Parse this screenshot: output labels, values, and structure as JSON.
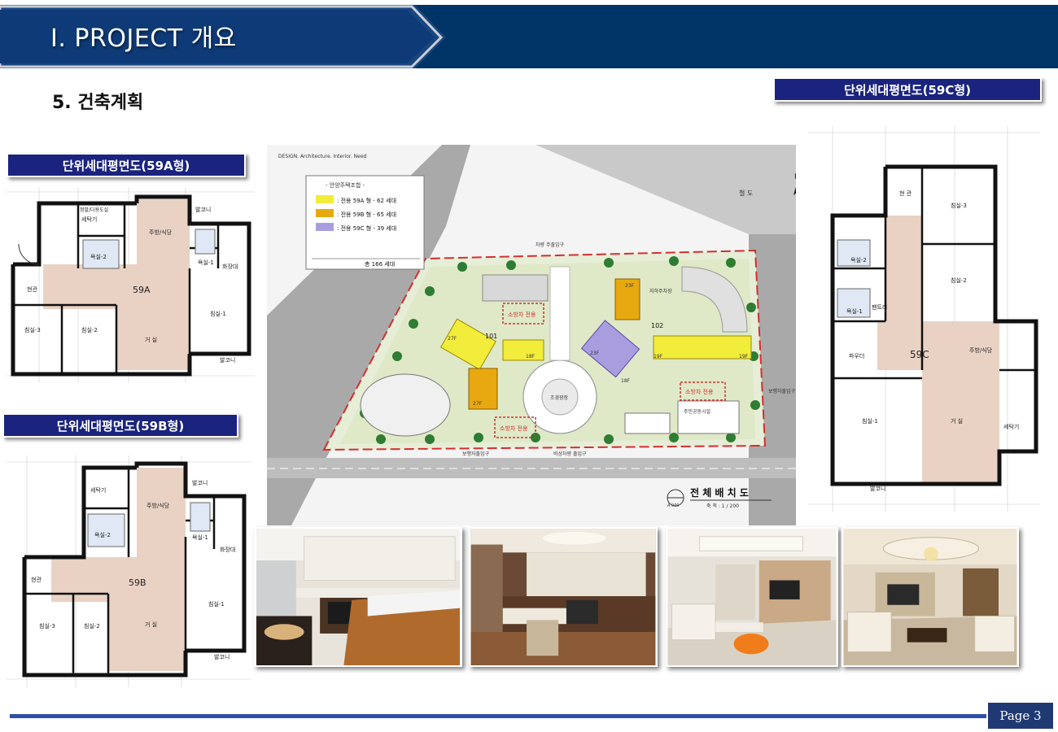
{
  "header": {
    "title": "I. PROJECT 개요"
  },
  "section": {
    "title": "5. 건축계획"
  },
  "labels": {
    "plan_59a": "단위세대평면도(59A형)",
    "plan_59b": "단위세대평면도(59B형)",
    "plan_59c": "단위세대평면도(59C형)"
  },
  "plan_59a": {
    "type_label": "59A",
    "rooms": {
      "entrance": "현관",
      "bed3": "침실-3",
      "bed2": "침실-2",
      "living": "거 실",
      "bed1": "침실-1",
      "kitchen": "주방/식당",
      "bath2": "욕실-2",
      "bath1": "욕실-1",
      "balcony": "발코니",
      "dress": "화장대",
      "washer": "세탁기",
      "utility": "정발/다용도실"
    }
  },
  "plan_59b": {
    "type_label": "59B",
    "rooms": {
      "entrance": "현관",
      "bed3": "침실-3",
      "bed2": "침실-2",
      "living": "거 실",
      "bed1": "침실-1",
      "kitchen": "주방/식당",
      "bath2": "욕실-2",
      "bath1": "욕실-1",
      "balcony": "발코니",
      "dress": "화장대",
      "washer": "세탁기"
    }
  },
  "plan_59c": {
    "type_label": "59C",
    "rooms": {
      "entrance": "현 관",
      "bed3": "침실-3",
      "bed2": "침실-2",
      "bath2": "욕실-2",
      "bath1": "욕실-1",
      "powder": "파우더",
      "pantry": "팬트리",
      "kitchen": "주방/식당",
      "bed1": "침실-1",
      "living": "거 실",
      "balcony": "발코니",
      "washer": "세탁기"
    }
  },
  "site_plan": {
    "header_text": "DESIGN. Architecture. Interior. Need",
    "legend_title": "- 안양주택조합 -",
    "legend": [
      {
        "text": ": 전용 59A 형  -  62 세대",
        "color": "#f2ec3a"
      },
      {
        "text": ": 전용 59B 형  -  65 세대",
        "color": "#e8a910"
      },
      {
        "text": ": 전용 59C 형  -  39 세대",
        "color": "#a99de0"
      }
    ],
    "total": "총  166 세대",
    "street": "철 도",
    "north": "N",
    "fire_lane": "소방차 전용",
    "blocks": [
      "101",
      "102"
    ],
    "floors": [
      "27F",
      "18F",
      "23F",
      "19F",
      "19F",
      "23F",
      "18F",
      "27F"
    ],
    "main_entrance": "차량 주출입구",
    "pedestrian": "보행자출입구",
    "emergency": "비상차량 출입구",
    "parking": "지하주차장",
    "community": "주민공동시설",
    "title": "전 체 배 치 도",
    "scale": "축 척 : 1 / 200",
    "sheet_no": "A 000",
    "roundabout": "조경광장"
  },
  "colors": {
    "banner": "#003366",
    "label_bg": "#1a237e",
    "page_box": "#1f3a73",
    "footer_line": "#2f4fa8"
  },
  "footer": {
    "page": "Page 3"
  }
}
